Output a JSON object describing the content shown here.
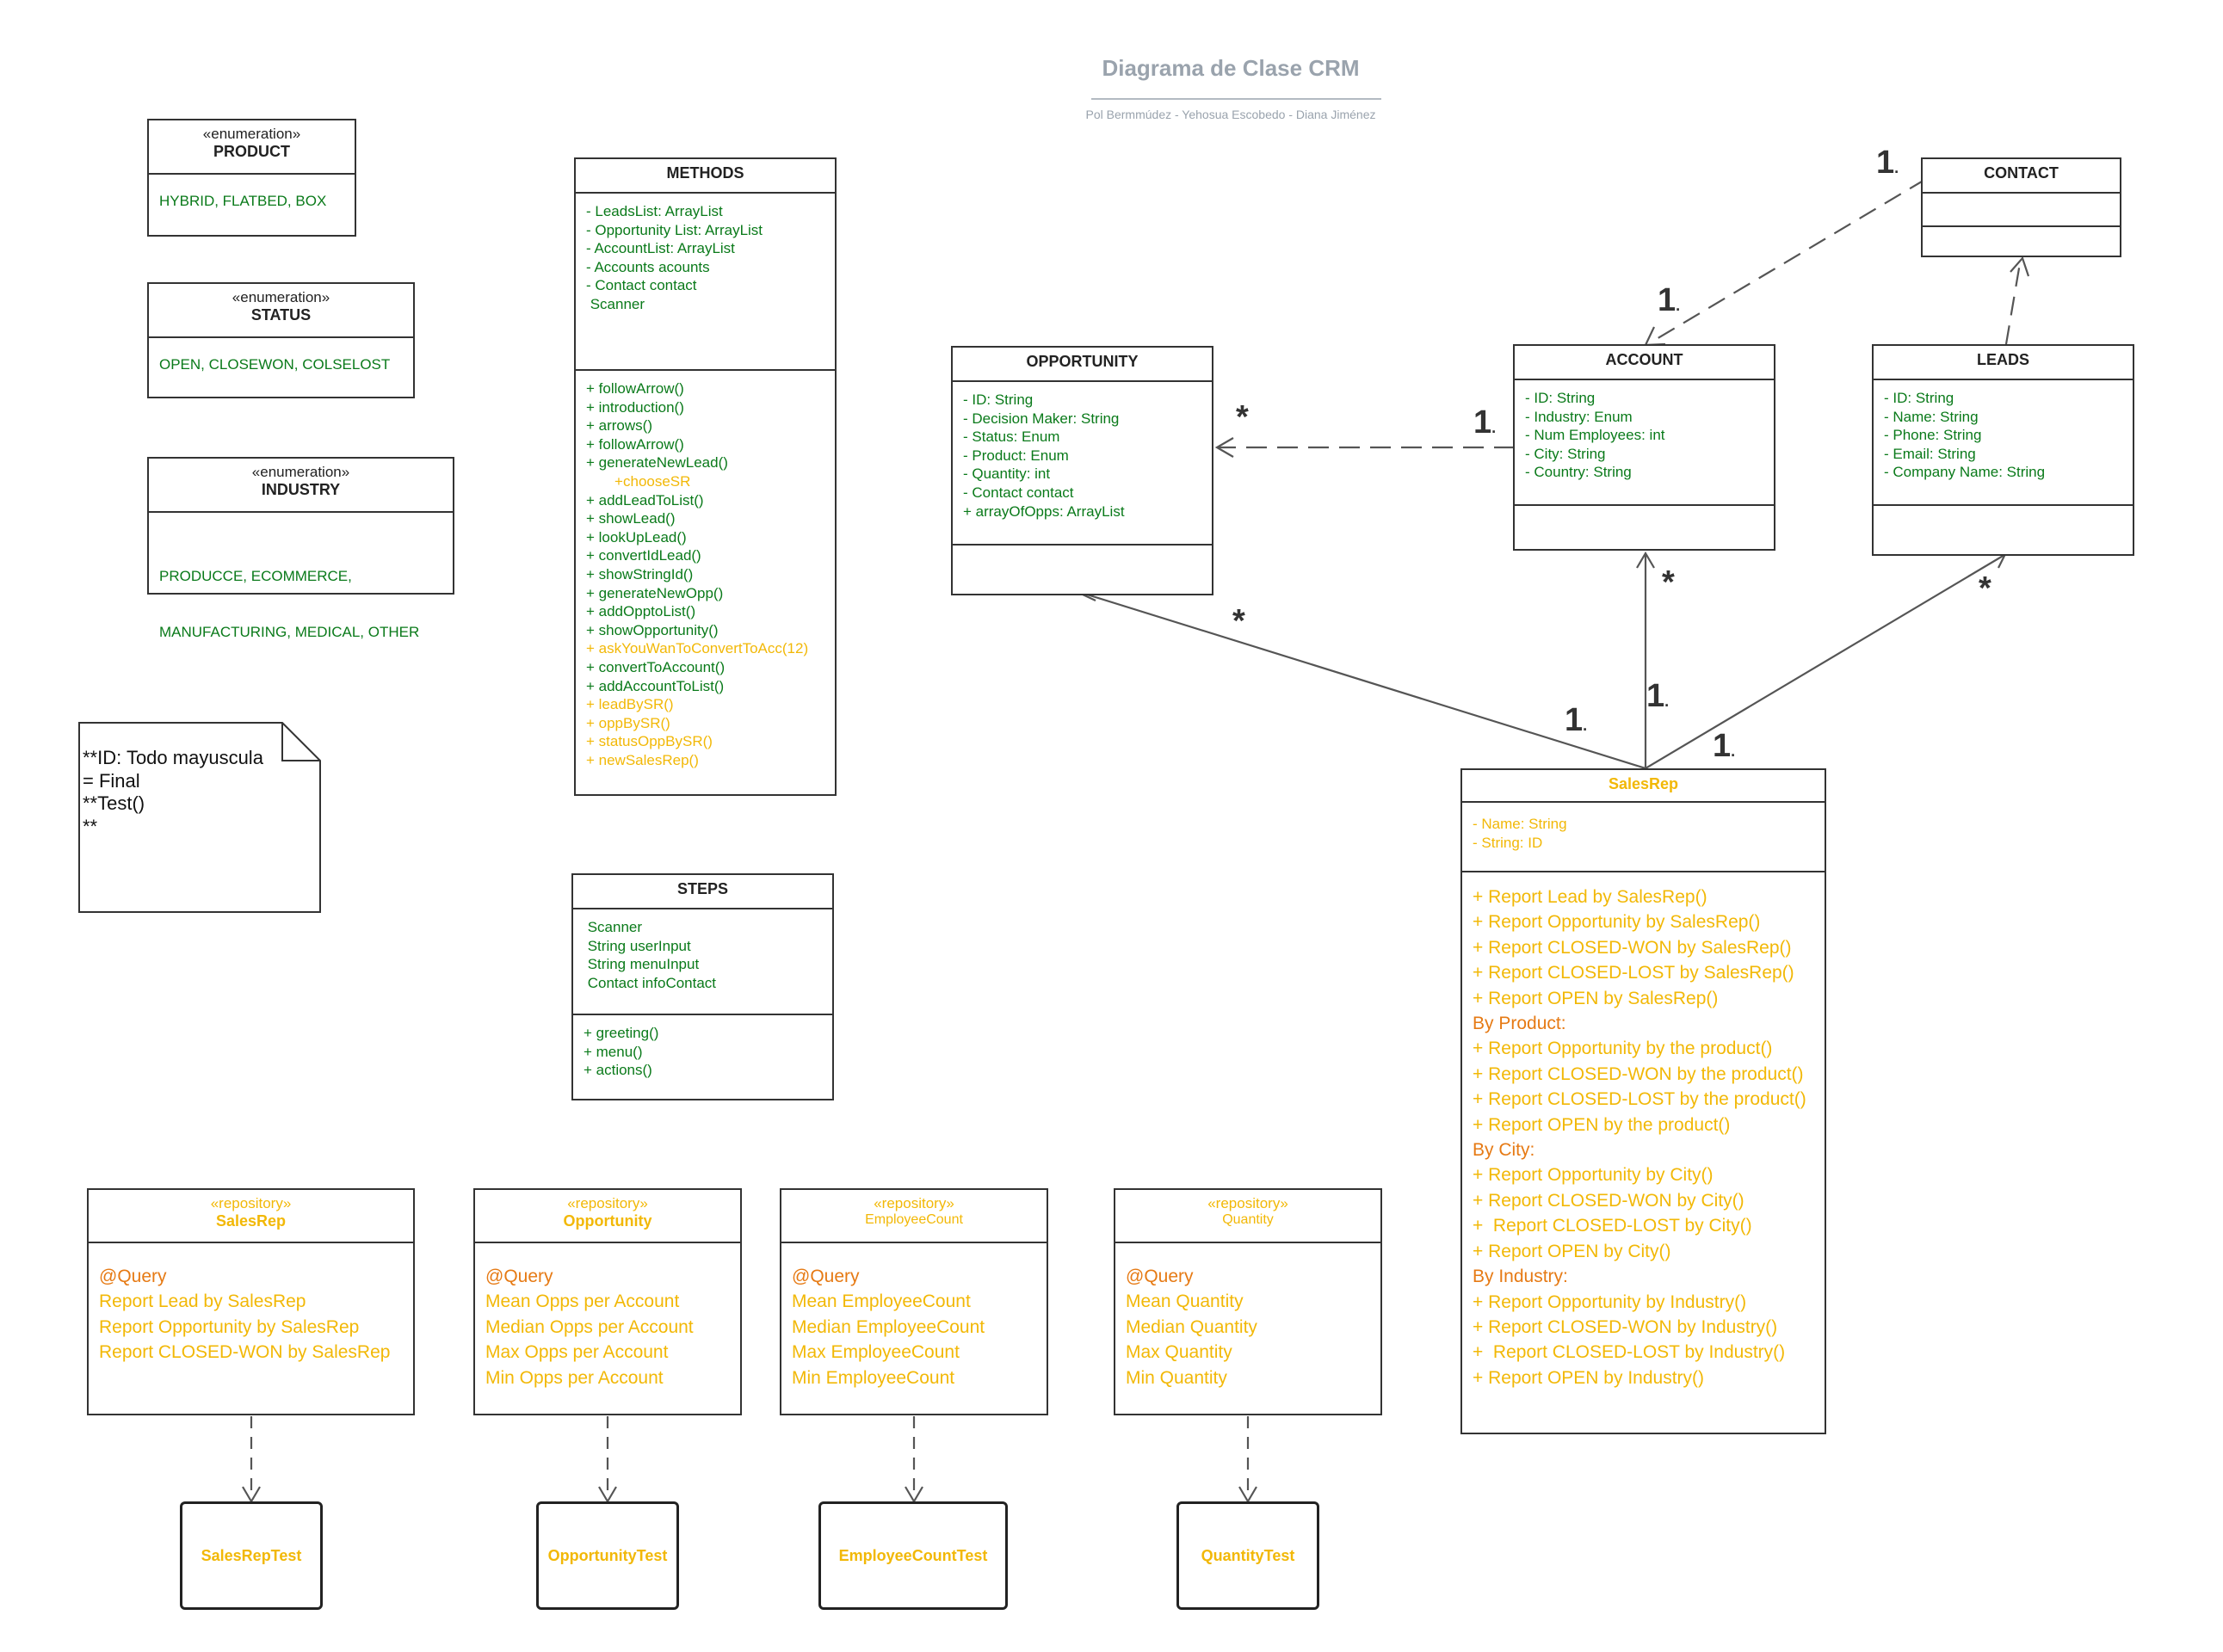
{
  "header": {
    "title": "Diagrama de Clase CRM",
    "subtitle": "Pol Bermmúdez - Yehosua  Escobedo - Diana Jiménez"
  },
  "enums": {
    "product": {
      "stereotype": "«enumeration»",
      "name": "PRODUCT",
      "values": "HYBRID, FLATBED, BOX"
    },
    "status": {
      "stereotype": "«enumeration»",
      "name": "STATUS",
      "values": "OPEN, CLOSEWON, COLSELOST"
    },
    "industry": {
      "stereotype": "«enumeration»",
      "name": "INDUSTRY",
      "values_line1": "PRODUCCE, ECOMMERCE,",
      "values_line2": "MANUFACTURING, MEDICAL, OTHER"
    }
  },
  "methods": {
    "name": "METHODS",
    "attributes": [
      "- LeadsList: ArrayList",
      "- Opportunity List: ArrayList",
      "- AccountList: ArrayList",
      "- Accounts acounts",
      "- Contact contact",
      " Scanner"
    ],
    "operations": [
      {
        "text": "+ followArrow()",
        "color": "green"
      },
      {
        "text": "+ introduction()",
        "color": "green"
      },
      {
        "text": "+ arrows()",
        "color": "green"
      },
      {
        "text": "+ followArrow()",
        "color": "green"
      },
      {
        "text": "+ generateNewLead()",
        "color": "green"
      },
      {
        "text": "       +chooseSR",
        "color": "yel"
      },
      {
        "text": "+ addLeadToList()",
        "color": "green"
      },
      {
        "text": "+ showLead()",
        "color": "green"
      },
      {
        "text": "+ lookUpLead()",
        "color": "green"
      },
      {
        "text": "+ convertIdLead()",
        "color": "green"
      },
      {
        "text": "+ showStringId()",
        "color": "green"
      },
      {
        "text": "+ generateNewOpp()",
        "color": "green"
      },
      {
        "text": "+ addOpptoList()",
        "color": "green"
      },
      {
        "text": "+ showOpportunity()",
        "color": "green"
      },
      {
        "text": "+ askYouWanToConvertToAcc(12)",
        "color": "yel"
      },
      {
        "text": "+ convertToAccount()",
        "color": "green"
      },
      {
        "text": "+ addAccountToList()",
        "color": "green"
      },
      {
        "text": "+ leadBySR()",
        "color": "yel"
      },
      {
        "text": "+ oppBySR()",
        "color": "yel"
      },
      {
        "text": "+ statusOppBySR()",
        "color": "yel"
      },
      {
        "text": "+ newSalesRep()",
        "color": "yel"
      }
    ]
  },
  "steps": {
    "name": "STEPS",
    "attributes": [
      " Scanner",
      " String userInput",
      " String menuInput",
      " Contact infoContact"
    ],
    "operations": [
      "+ greeting()",
      "+ menu()",
      "+ actions()"
    ]
  },
  "opportunity": {
    "name": "OPPORTUNITY",
    "attributes": [
      "- ID: String",
      "- Decision Maker: String",
      "- Status: Enum",
      "- Product: Enum",
      "- Quantity: int",
      "- Contact contact",
      "+ arrayOfOpps: ArrayList"
    ]
  },
  "account": {
    "name": "ACCOUNT",
    "attributes": [
      "- ID: String",
      "- Industry: Enum",
      "- Num Employees: int",
      "- City: String",
      "- Country: String"
    ]
  },
  "contact": {
    "name": "CONTACT"
  },
  "leads": {
    "name": "LEADS",
    "attributes": [
      "- ID: String",
      "- Name: String",
      "- Phone: String",
      "- Email: String",
      "- Company Name: String"
    ]
  },
  "salesrep": {
    "name": "SalesRep",
    "attributes": [
      "- Name: String",
      "- String: ID"
    ],
    "operations": [
      {
        "text": "+ Report Lead by SalesRep()",
        "color": "yel"
      },
      {
        "text": "+ Report Opportunity by SalesRep()",
        "color": "yel"
      },
      {
        "text": "+ Report CLOSED-WON by SalesRep()",
        "color": "yel"
      },
      {
        "text": "+ Report CLOSED-LOST by SalesRep()",
        "color": "yel"
      },
      {
        "text": "+ Report OPEN by SalesRep()",
        "color": "yel"
      },
      {
        "text": "By Product:",
        "color": "ora"
      },
      {
        "text": "+ Report Opportunity by the product()",
        "color": "yel"
      },
      {
        "text": "+ Report CLOSED-WON by the product()",
        "color": "yel"
      },
      {
        "text": "+ Report CLOSED-LOST by the product()",
        "color": "yel"
      },
      {
        "text": "+ Report OPEN by the product()",
        "color": "yel"
      },
      {
        "text": "By City:",
        "color": "ora"
      },
      {
        "text": "+ Report Opportunity by City()",
        "color": "yel"
      },
      {
        "text": "+ Report CLOSED-WON by City()",
        "color": "yel"
      },
      {
        "text": "+  Report CLOSED-LOST by City()",
        "color": "yel"
      },
      {
        "text": "+ Report OPEN by City()",
        "color": "yel"
      },
      {
        "text": "By Industry:",
        "color": "ora"
      },
      {
        "text": "+ Report Opportunity by Industry()",
        "color": "yel"
      },
      {
        "text": "+ Report CLOSED-WON by Industry()",
        "color": "yel"
      },
      {
        "text": "+  Report CLOSED-LOST by Industry()",
        "color": "yel"
      },
      {
        "text": "+ Report OPEN by Industry()",
        "color": "yel"
      }
    ]
  },
  "repositories": {
    "salesrep": {
      "stereotype": "«repository»",
      "name": "SalesRep",
      "lines": [
        {
          "text": "@Query",
          "color": "ora"
        },
        {
          "text": "Report Lead by SalesRep",
          "color": "yel"
        },
        {
          "text": "Report Opportunity by SalesRep",
          "color": "yel"
        },
        {
          "text": "Report CLOSED-WON by SalesRep",
          "color": "yel"
        }
      ]
    },
    "opportunity": {
      "stereotype": "«repository»",
      "name": "Opportunity",
      "lines": [
        {
          "text": "@Query",
          "color": "ora"
        },
        {
          "text": "Mean Opps per Account",
          "color": "yel"
        },
        {
          "text": "Median Opps per Account",
          "color": "yel"
        },
        {
          "text": "Max Opps per Account",
          "color": "yel"
        },
        {
          "text": "Min Opps per Account",
          "color": "yel"
        }
      ]
    },
    "employeecount": {
      "stereotype": "«repository»",
      "name": "EmployeeCount",
      "lines": [
        {
          "text": "@Query",
          "color": "ora"
        },
        {
          "text": "Mean EmployeeCount",
          "color": "yel"
        },
        {
          "text": "Median EmployeeCount",
          "color": "yel"
        },
        {
          "text": "Max EmployeeCount",
          "color": "yel"
        },
        {
          "text": "Min EmployeeCount",
          "color": "yel"
        }
      ]
    },
    "quantity": {
      "stereotype": "«repository»",
      "name": "Quantity",
      "lines": [
        {
          "text": "@Query",
          "color": "ora"
        },
        {
          "text": "Mean Quantity",
          "color": "yel"
        },
        {
          "text": "Median Quantity",
          "color": "yel"
        },
        {
          "text": "Max Quantity",
          "color": "yel"
        },
        {
          "text": "Min Quantity",
          "color": "yel"
        }
      ]
    }
  },
  "tests": {
    "salesrep": "SalesRepTest",
    "opportunity": "OpportunityTest",
    "employeecount": "EmployeeCountTest",
    "quantity": "QuantityTest"
  },
  "note": {
    "lines": [
      "**ID: Todo mayuscula",
      "= Final",
      "**Test()",
      "**"
    ]
  },
  "multiplicities": {
    "contact_one": "1",
    "account_top_one": "1",
    "opp_many": "*",
    "account_left_one": "1",
    "opp_bottom_many": "*",
    "account_bottom_many": "*",
    "leads_bottom_many": "*",
    "sr_left_one": "1",
    "sr_mid_one": "1",
    "sr_right_one": "1",
    "dot": "."
  },
  "colors": {
    "green": "#0a7a1a",
    "yellow": "#f2b807",
    "orange": "#e67a14",
    "line": "#555555",
    "title": "#9aa3ad"
  }
}
